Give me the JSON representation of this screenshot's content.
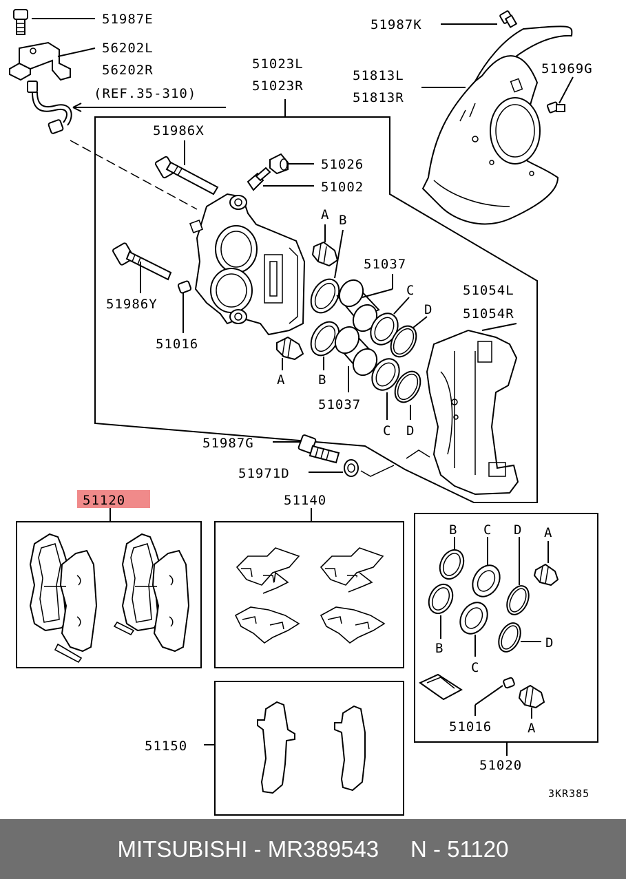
{
  "labels": {
    "l_51987E": "51987E",
    "l_56202L": "56202L",
    "l_56202R": "56202R",
    "l_ref": "(REF.35-310)",
    "l_51023L": "51023L",
    "l_51023R": "51023R",
    "l_51987K": "51987K",
    "l_51813L": "51813L",
    "l_51813R": "51813R",
    "l_51969G": "51969G",
    "l_51986X": "51986X",
    "l_51026": "51026",
    "l_51002": "51002",
    "l_A1": "A",
    "l_B1": "B",
    "l_51037a": "51037",
    "l_C1": "C",
    "l_D1": "D",
    "l_51054L": "51054L",
    "l_51054R": "51054R",
    "l_51986Y": "51986Y",
    "l_51016a": "51016",
    "l_A2": "A",
    "l_B2": "B",
    "l_51037b": "51037",
    "l_C2": "C",
    "l_D2": "D",
    "l_51987G": "51987G",
    "l_51971D": "51971D",
    "l_51120": "51120",
    "l_51140": "51140",
    "l_kB1": "B",
    "l_kC1": "C",
    "l_kD1": "D",
    "l_kA1": "A",
    "l_kD2": "D",
    "l_kB2": "B",
    "l_kC2": "C",
    "l_51016b": "51016",
    "l_kA2": "A",
    "l_51150": "51150",
    "l_51020": "51020",
    "l_code": "3KR385"
  },
  "highlight_color": "#f08a8a",
  "footer": {
    "brand": "MITSUBISHI",
    "part_number": "MR389543",
    "ref": "N - 51120",
    "text": "MITSUBISHI - MR389543     N - 51120",
    "background": "#6f6f6f"
  }
}
